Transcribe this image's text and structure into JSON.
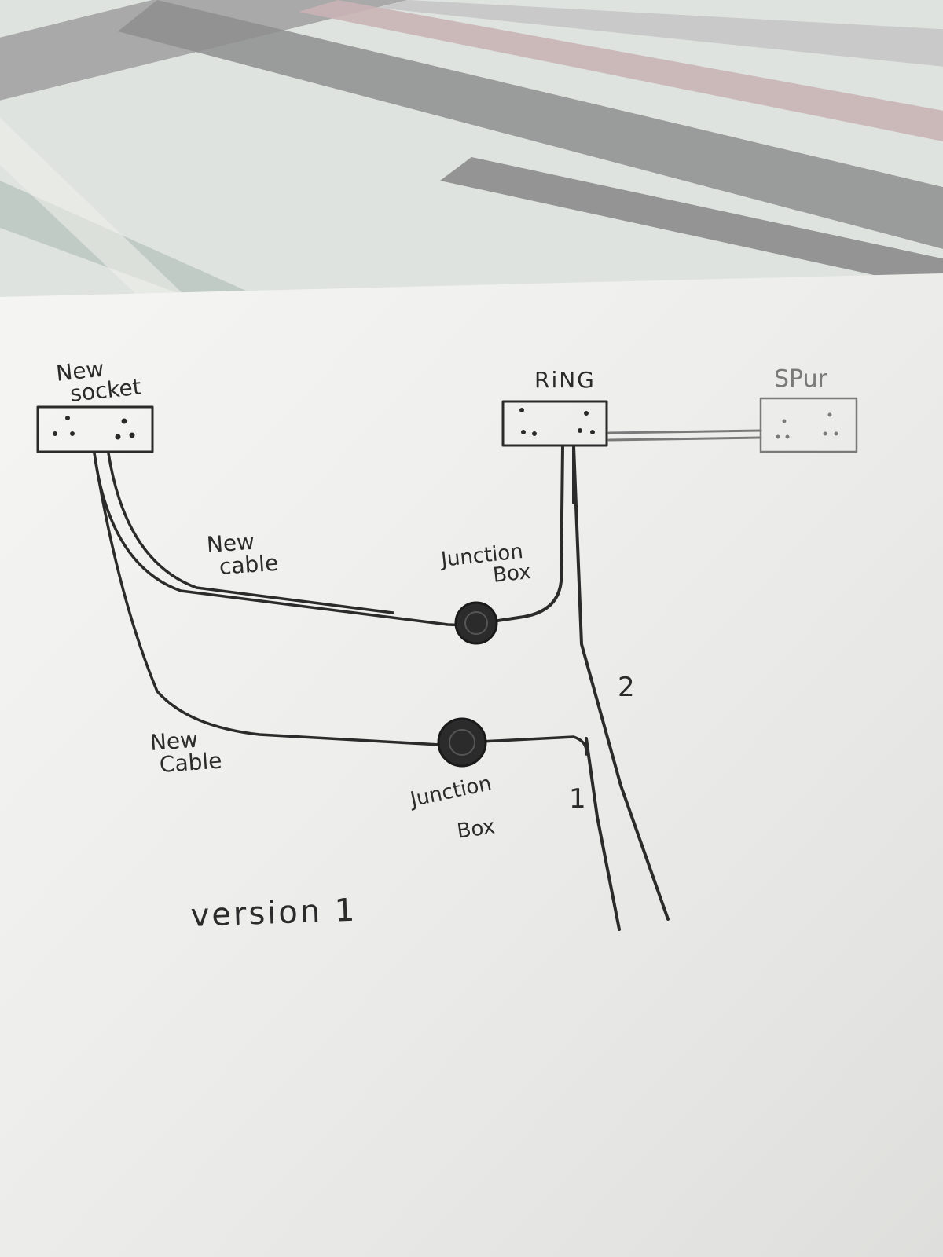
{
  "labels": {
    "new_socket_line1": "New",
    "new_socket_line2": "socket",
    "ring": "RiNG",
    "spur": "SPur",
    "new_cable_upper_line1": "New",
    "new_cable_upper_line2": "cable",
    "junction_box_upper_line1": "Junction",
    "junction_box_upper_line2": "Box",
    "number_2": "2",
    "new_cable_lower_line1": "New",
    "new_cable_lower_line2": "Cable",
    "junction_box_lower_line1": "Junction",
    "junction_box_lower_line2": "Box",
    "number_1": "1",
    "version": "version 1"
  },
  "colors": {
    "ink": "#2b2b2b",
    "faint_ink": "#7a7a7a",
    "paper": "#f2f2f0",
    "fabric": "#dfe3e0",
    "fabric_stripe_grey": "#8e8e8e",
    "fabric_stripe_pink": "#c9b3b5"
  }
}
